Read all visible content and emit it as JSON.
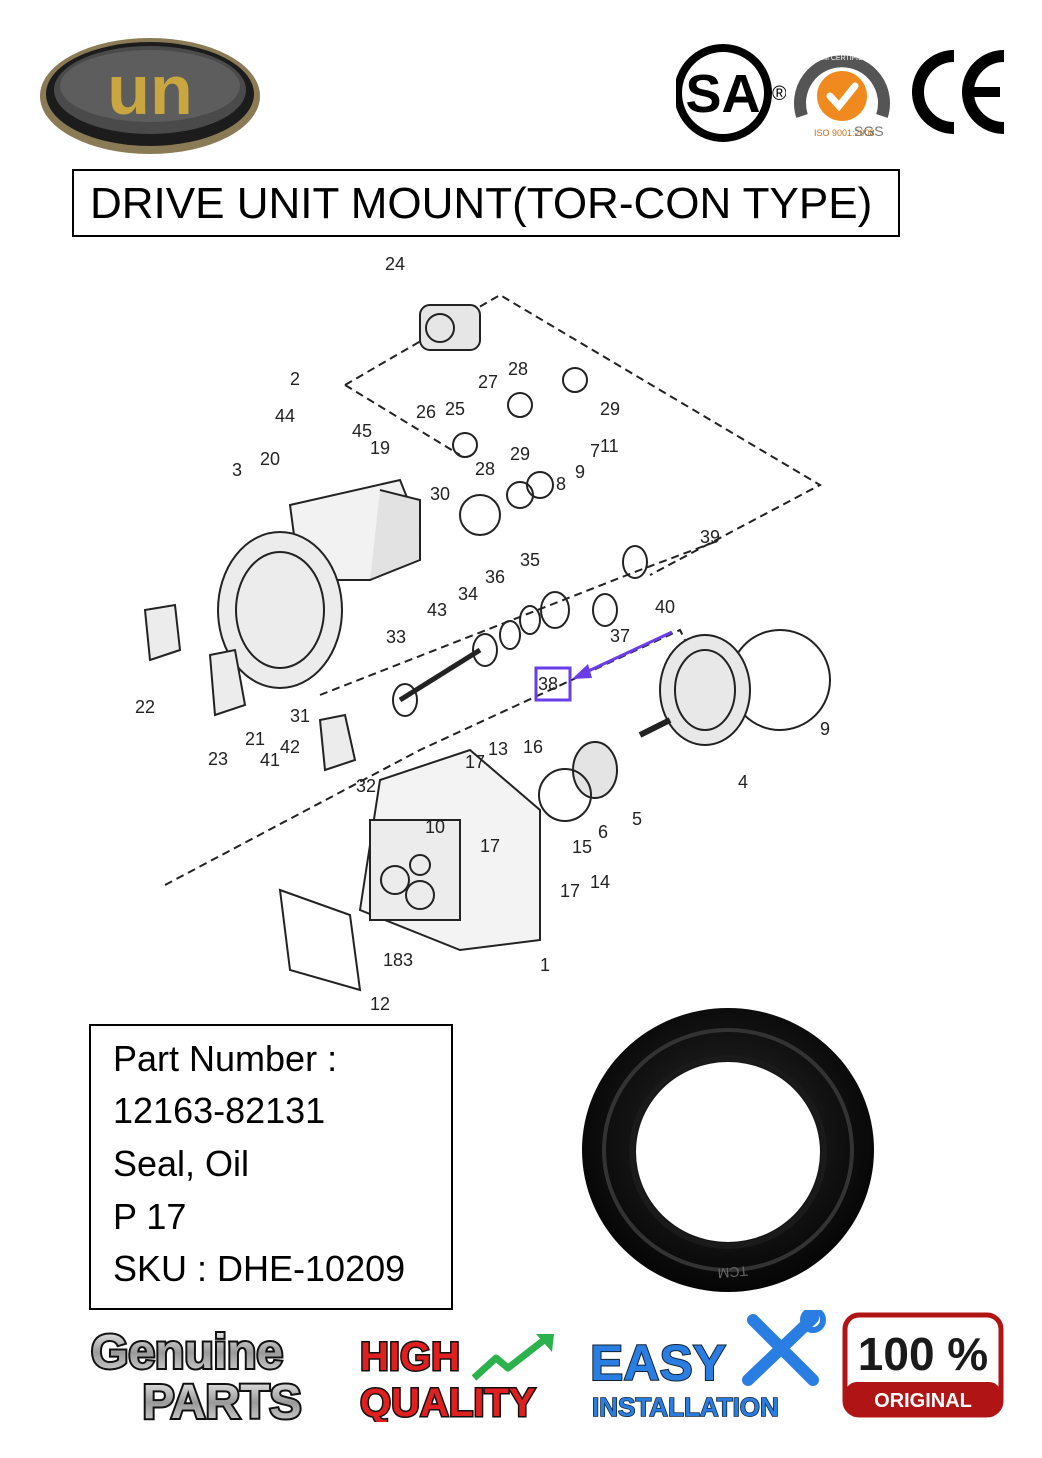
{
  "header": {
    "logo_text": "un",
    "csa_text": "SA",
    "reg_mark": "®",
    "sgs_ring_text": "SYSTEM CERTIFICATION",
    "sgs_iso_text": "ISO 9001:2008",
    "sgs_label": "SGS",
    "ce_text": "CE"
  },
  "title": "DRIVE UNIT MOUNT(TOR-CON TYPE)",
  "diagram": {
    "highlighted_callout": "38",
    "callouts": [
      "24",
      "2",
      "28",
      "27",
      "29",
      "44",
      "26",
      "25",
      "45",
      "19",
      "3",
      "20",
      "7",
      "11",
      "28",
      "29",
      "30",
      "8",
      "9",
      "39",
      "35",
      "36",
      "34",
      "43",
      "40",
      "33",
      "37",
      "38",
      "9",
      "22",
      "31",
      "21",
      "42",
      "23",
      "41",
      "32",
      "17",
      "13",
      "16",
      "4",
      "5",
      "6",
      "10",
      "17",
      "15",
      "17",
      "14",
      "18",
      "3",
      "1",
      "12"
    ],
    "highlight_color": "#6a3de8"
  },
  "info": {
    "label": "Part Number :",
    "part_number": "12163-82131",
    "name": "Seal, Oil",
    "page": "P 17",
    "sku": "SKU : DHE-10209"
  },
  "seal_marking": "TCM",
  "badges": {
    "genuine_line1": "Genuine",
    "genuine_line2": "PARTS",
    "quality_line1": "HIGH",
    "quality_line2": "QUALITY",
    "easy_line1": "EASY",
    "easy_line2": "INSTALLATION",
    "original_line1": "100 %",
    "original_line2": "ORIGINAL"
  }
}
